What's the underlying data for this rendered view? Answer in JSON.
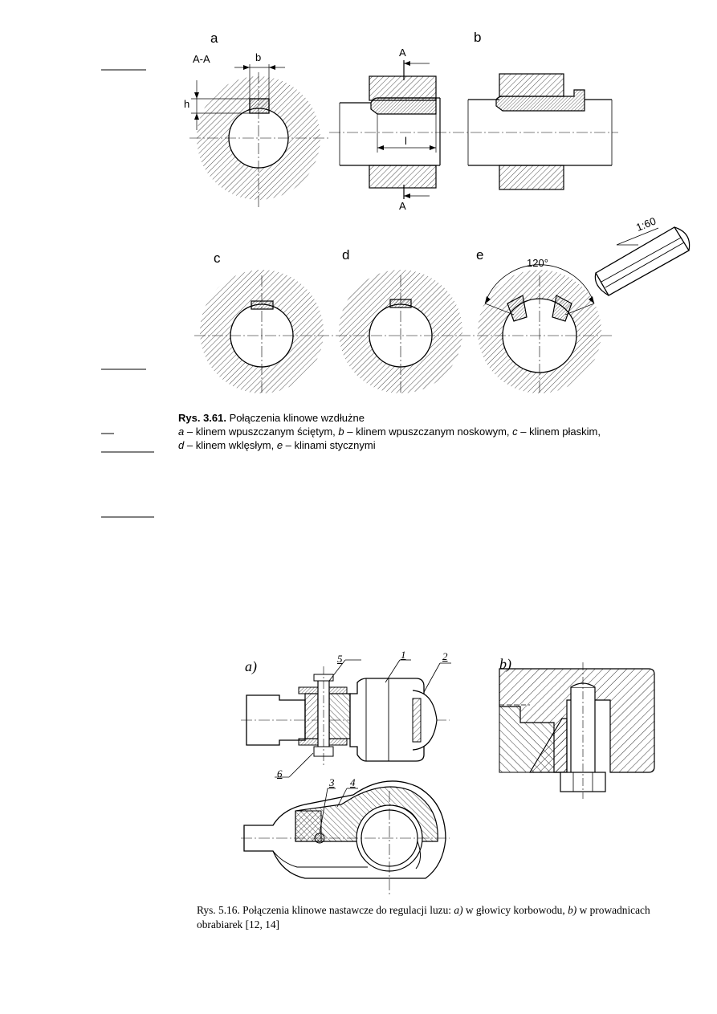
{
  "figure_361": {
    "labels": {
      "a": "a",
      "b": "b",
      "c": "c",
      "d": "d",
      "e": "e",
      "section": "A-A",
      "dim_b": "b",
      "dim_h": "h",
      "dim_l": "l",
      "section_top": "A",
      "section_bottom": "A",
      "angle": "120°",
      "taper": "1:60"
    },
    "caption": {
      "title": "Rys. 3.61.",
      "title_rest": " Połączenia klinowe wzdłużne",
      "line1": [
        {
          "k": "a",
          "t": " – klinem wpuszczanym ściętym, "
        },
        {
          "k": "b",
          "t": " – klinem wpuszczanym noskowym, "
        },
        {
          "k": "c",
          "t": " – klinem płaskim,"
        }
      ],
      "line2": [
        {
          "k": "d",
          "t": " – klinem wklęsłym, "
        },
        {
          "k": "e",
          "t": " – klinami stycznymi"
        }
      ]
    }
  },
  "figure_516": {
    "labels": {
      "a": "a)",
      "b": "b)",
      "n1": "1",
      "n2": "2",
      "n3": "3",
      "n4": "4",
      "n5": "5",
      "n6": "6"
    },
    "caption": {
      "title": "Rys. 5.16.",
      "text1": " Połączenia klinowe nastawcze do regulacji luzu: ",
      "ka": "a)",
      "text2": " w głowicy korbowodu, ",
      "kb": "b)",
      "text3": " w prowadnicach obrabiarek [12, 14]"
    }
  }
}
